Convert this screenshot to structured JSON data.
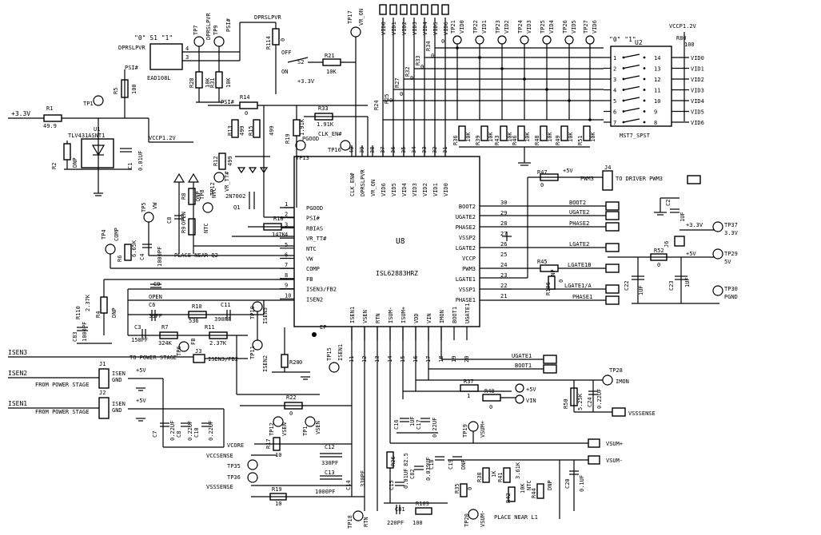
{
  "ic_u8": {
    "ref": "U8",
    "part": "ISL62883HRZ",
    "left_pins": [
      {
        "name": "PGOOD",
        "num": "1"
      },
      {
        "name": "PSI#",
        "num": "2"
      },
      {
        "name": "RBIAS",
        "num": "3"
      },
      {
        "name": "VR_TT#",
        "num": "4"
      },
      {
        "name": "NTC",
        "num": "5"
      },
      {
        "name": "VW",
        "num": "6"
      },
      {
        "name": "COMP",
        "num": "7"
      },
      {
        "name": "FB",
        "num": "8"
      },
      {
        "name": "ISEN3/FB2",
        "num": "9"
      },
      {
        "name": "ISEN2",
        "num": "10"
      }
    ],
    "right_pins": [
      {
        "name": "BOOT2",
        "num": "30"
      },
      {
        "name": "UGATE2",
        "num": "29"
      },
      {
        "name": "PHASE2",
        "num": "28"
      },
      {
        "name": "VSSP2",
        "num": "27"
      },
      {
        "name": "LGATE2",
        "num": "26"
      },
      {
        "name": "VCCP",
        "num": "25"
      },
      {
        "name": "PWM3",
        "num": "24"
      },
      {
        "name": "LGATE1",
        "num": "23"
      },
      {
        "name": "VSSP1",
        "num": "22"
      },
      {
        "name": "PHASE1",
        "num": "21"
      }
    ],
    "top_pins": [
      {
        "name": "CLK_EN#",
        "num": "40"
      },
      {
        "name": "DPRSLPVR",
        "num": "39"
      },
      {
        "name": "VR_ON",
        "num": "38"
      },
      {
        "name": "VID6",
        "num": "37"
      },
      {
        "name": "VID5",
        "num": "36"
      },
      {
        "name": "VID4",
        "num": "35"
      },
      {
        "name": "VID3",
        "num": "34"
      },
      {
        "name": "VID2",
        "num": "33"
      },
      {
        "name": "VID1",
        "num": "32"
      },
      {
        "name": "VID0",
        "num": "31"
      }
    ],
    "bottom_pins": [
      {
        "name": "ISEN1",
        "num": "11"
      },
      {
        "name": "VSEN",
        "num": "12"
      },
      {
        "name": "RTN",
        "num": "13"
      },
      {
        "name": "ISUM-",
        "num": "14"
      },
      {
        "name": "ISUM+",
        "num": "15"
      },
      {
        "name": "VDD",
        "num": "16"
      },
      {
        "name": "VIN",
        "num": "17"
      },
      {
        "name": "IMON",
        "num": "18"
      },
      {
        "name": "BOOT1",
        "num": "19"
      },
      {
        "name": "UGATE1",
        "num": "20"
      }
    ],
    "ep_label": "EP"
  },
  "u2": {
    "ref": "U2",
    "part": "MST7_SPST",
    "header": "\"0\"   \"1\"",
    "left_nums": [
      "1",
      "2",
      "3",
      "4",
      "5",
      "6",
      "7"
    ],
    "right_nums": [
      "14",
      "13",
      "12",
      "11",
      "10",
      "9",
      "8"
    ],
    "vid_labels": [
      "VID0",
      "VID1",
      "VID2",
      "VID3",
      "VID4",
      "VID5",
      "VID6"
    ],
    "top_vid_labels": [
      "VID0",
      "VID1",
      "VID2",
      "VID3",
      "VID4",
      "VID5",
      "VID6"
    ]
  },
  "u1": {
    "ref": "U1",
    "part": "TLV431ASNT1"
  },
  "top_left": {
    "s1_header": "\"0\"  S1  \"1\"",
    "s1_part": "EAD108L",
    "dprslpvr": "DPRSLPVR",
    "psi": "PSI#",
    "r1": "R1",
    "r1_val": "49.9",
    "v33": "+3.3V",
    "vccp12v": "VCCP1.2V",
    "r2": "R2",
    "r2_val": "DNP",
    "c1": "C1",
    "c1_val": "0.01UF",
    "tp1": "TP1",
    "r5": "R5",
    "r5_val": "100",
    "r28": "R28",
    "r28_val": "10K",
    "r31": "R31",
    "r31_val": "10K",
    "tp7": "TP7",
    "tp7_lbl": "DPRSLPVR",
    "tp9": "TP9",
    "tp9_lbl": "PSI#",
    "dprslpvr2": "DPRSLPVR",
    "r114": "R114",
    "r114_val": "0",
    "off": "OFF",
    "on": "ON",
    "s2": "S2",
    "r21": "R21",
    "r21_val": "10K",
    "tp17": "TP17",
    "tp17_lbl": "VR_ON",
    "r14": "R14",
    "r14_val": "0",
    "psi2": "PSI#",
    "v33b": "+3.3V",
    "r33": "R33",
    "r33_val": "1.91K",
    "r19": "R19",
    "r19_val": "1.91K",
    "clk_en": "CLK_EN#",
    "pgood": "PGOOD",
    "tp16": "TP16",
    "tp13": "TP13",
    "r13": "R13",
    "r13_val": "499",
    "r15": "R15",
    "r15_val": "499",
    "r12": "R12",
    "r12_val": "499",
    "tp12": "TP12",
    "tp12_lbl": "VR_TT#",
    "q1": "Q1",
    "q1_part": "2N7002",
    "tp8": "TP8",
    "tp8_lbl": "NTC",
    "r8": "R8",
    "r8_val": "DNP",
    "r9": "R9",
    "r9_val": "NTC",
    "c8": "C8",
    "c8_val": "OPEN",
    "r18": "R18",
    "r18_val": "147K",
    "tp5": "TP5",
    "tp5_lbl": "VW",
    "tp4": "TP4",
    "tp4_lbl": "COMP",
    "r6": "R6",
    "r6_val": "6.65K",
    "c4": "C4",
    "c4_val": "1000PF",
    "place_q2": "PLACE NEAR Q2"
  },
  "vid_res": {
    "r24": "R24",
    "r24_val": "0",
    "r25": "R25",
    "r25_val": "0",
    "r27": "R27",
    "r27_val": "0",
    "r32": "R32",
    "r32_val": "0",
    "r33b": "R33",
    "r33b_val": "0",
    "r34": "R34",
    "r34_val": "0",
    "tps": [
      "TP21",
      "TP22",
      "TP23",
      "TP24",
      "TP25",
      "TP26",
      "TP27"
    ],
    "tp_lbls": [
      "VID0",
      "VID1",
      "VID2",
      "VID3",
      "VID4",
      "VID5",
      "VID6"
    ],
    "pulls": [
      {
        "ref": "R36",
        "val": "10K"
      },
      {
        "ref": "R39",
        "val": "10K"
      },
      {
        "ref": "R43",
        "val": "10K"
      },
      {
        "ref": "R46",
        "val": "10K"
      },
      {
        "ref": "R48",
        "val": "10K"
      },
      {
        "ref": "R49",
        "val": "10K"
      },
      {
        "ref": "R51",
        "val": "10K"
      }
    ],
    "r80": "R80",
    "r80_val": "100",
    "vccp12v": "VCCP1.2V"
  },
  "right_side": {
    "r47": "R47",
    "r47_val": "0",
    "v5": "+5V",
    "j4": "J4",
    "pwm3": "PWM3",
    "to_driver": "TO DRIVER PWM3",
    "c2": "C2",
    "c2_val": "1UF",
    "boot2": "BOOT2",
    "ugate2": "UGATE2",
    "phase2": "PHASE2",
    "lgate2": "LGATE2",
    "lgate1b": "LGATE1B",
    "lgate1a": "LGATE1/A",
    "phase1": "PHASE1",
    "r45": "R45",
    "r45_val": "DNP",
    "r106": "R106",
    "r106_val": "0",
    "v33": "+3.3V",
    "tp37": "TP37",
    "tp37_lbl": "3.3V",
    "j6": "J6",
    "r52": "R52",
    "r52_val": "0",
    "v5b": "+5V",
    "tp29": "TP29",
    "tp29_lbl": "5V",
    "c22": "C22",
    "c22_val": "1UF",
    "c23": "C23",
    "c23_val": "1UF",
    "tp30": "TP30",
    "tp30_lbl": "PGND",
    "ugate1": "UGATE1",
    "boot1": "BOOT1",
    "tp28": "TP28",
    "imon": "IMON",
    "r37": "R37",
    "r37_val": "1",
    "r40": "R40",
    "r40_val": "0",
    "v5c": "+5V",
    "vin": "VIN",
    "r50": "R50",
    "r50_val": "5.25K",
    "c24": "C24",
    "c24_val": "0.22UF",
    "vsssense": "VSSSENSE"
  },
  "bottom_left": {
    "isen3": "ISEN3",
    "isen2": "ISEN2",
    "isen1": "ISEN1",
    "from_ps2": "FROM POWER STAGE",
    "from_ps1": "FROM POWER STAGE",
    "to_ps": "TO POWER STAGE",
    "j1": "J1",
    "j2": "J2",
    "j3": "J3",
    "isen_pin": "ISEN",
    "v5": "+5V",
    "gnd": "GND",
    "isen3_fb2": "ISEN3/FB2",
    "c9": "C9",
    "c9_val": "OPEN",
    "c6": "C6",
    "c6_val": "39PF",
    "r10": "R10",
    "r10_val": "536",
    "c11": "C11",
    "c11_val": "390PF",
    "c3": "C3",
    "c3_val": "150PF",
    "r7": "R7",
    "r7_val": "324K",
    "r11": "R11",
    "r11_val": "2.37K",
    "r110": "R110",
    "r110_val": "2.37K",
    "r4": "R4",
    "r4_val": "DNP",
    "c83": "C83",
    "c83_val": "1000PF",
    "tp6": "TP6",
    "tp6_lbl": "FB",
    "tp10": "TP10",
    "tp10_lbl": "ISEN3",
    "tp11": "TP11",
    "tp11_lbl": "ISEN2",
    "tp15": "TP15",
    "tp15_lbl": "ISEN1",
    "r20": "R20",
    "r20_val": "0",
    "r22": "R22",
    "r22_val": "0",
    "tp12b": "TP12",
    "tp12b_lbl": "VSEN",
    "tp1b": "TP1",
    "tp1b_lbl": "VSEN",
    "c7": "C7",
    "c7_val": "0.22UF",
    "c8b": "C8",
    "c8b_val": "0.22UF",
    "c10": "C10",
    "c10_val": "0.22UF",
    "r17": "R17",
    "r17_val": "10",
    "vcore": "VCORE",
    "vccsense": "VCCSENSE",
    "vsssense": "VSSSENSE",
    "tp35": "TP35",
    "tp36": "TP36",
    "r19b": "R19",
    "r19b_val": "10",
    "c12": "C12",
    "c12_val": "330PF",
    "c13": "C13",
    "c13_val": "1000PF",
    "c14": "C14",
    "c14_val": "330PF",
    "tp18": "TP18",
    "tp18_lbl": "RTN"
  },
  "bottom_right": {
    "c16": "C16",
    "c16_val": "1UF",
    "c17": "C17",
    "c17_val": "0.22UF",
    "r26": "R26",
    "r26_val": "82.5",
    "tp19": "TP19",
    "tp19_lbl": "VSUM+",
    "vsum_p": "VSUM+",
    "vsum_n": "VSUM-",
    "c15": "C15",
    "c15_val": "0.01UF",
    "c82": "C82",
    "c82_val": "0.039UF",
    "c19": "C19",
    "c19_val": "DNP",
    "c18": "C18",
    "r38": "R38",
    "r38_val": "1K",
    "r41": "R41",
    "r41_val": "3.61K",
    "r42": "R42",
    "r42_val": "10K",
    "r42b": "NTC",
    "r44": "R44",
    "r44_val": "DNP",
    "r35": "R35",
    "r35_val": "0",
    "tp20": "TP20",
    "tp20_lbl": "VSUM-",
    "c20": "C20",
    "c20_val": "0.1UF",
    "place_l1": "PLACE NEAR L1",
    "c81": "C81",
    "c81_val": "220PF",
    "r109": "R109",
    "r109_val": "100"
  },
  "chart_data": {
    "type": "schematic",
    "nets": [
      "VID0",
      "VID1",
      "VID2",
      "VID3",
      "VID4",
      "VID5",
      "VID6",
      "PGOOD",
      "PSI#",
      "VR_ON",
      "CLK_EN#",
      "DPRSLPVR",
      "ISEN1",
      "ISEN2",
      "ISEN3",
      "VSUM+",
      "VSUM-",
      "VCORE",
      "VCCSENSE",
      "VSSSENSE",
      "IMON",
      "PWM3",
      "+5V",
      "+3.3V",
      "VCCP1.2V"
    ]
  }
}
